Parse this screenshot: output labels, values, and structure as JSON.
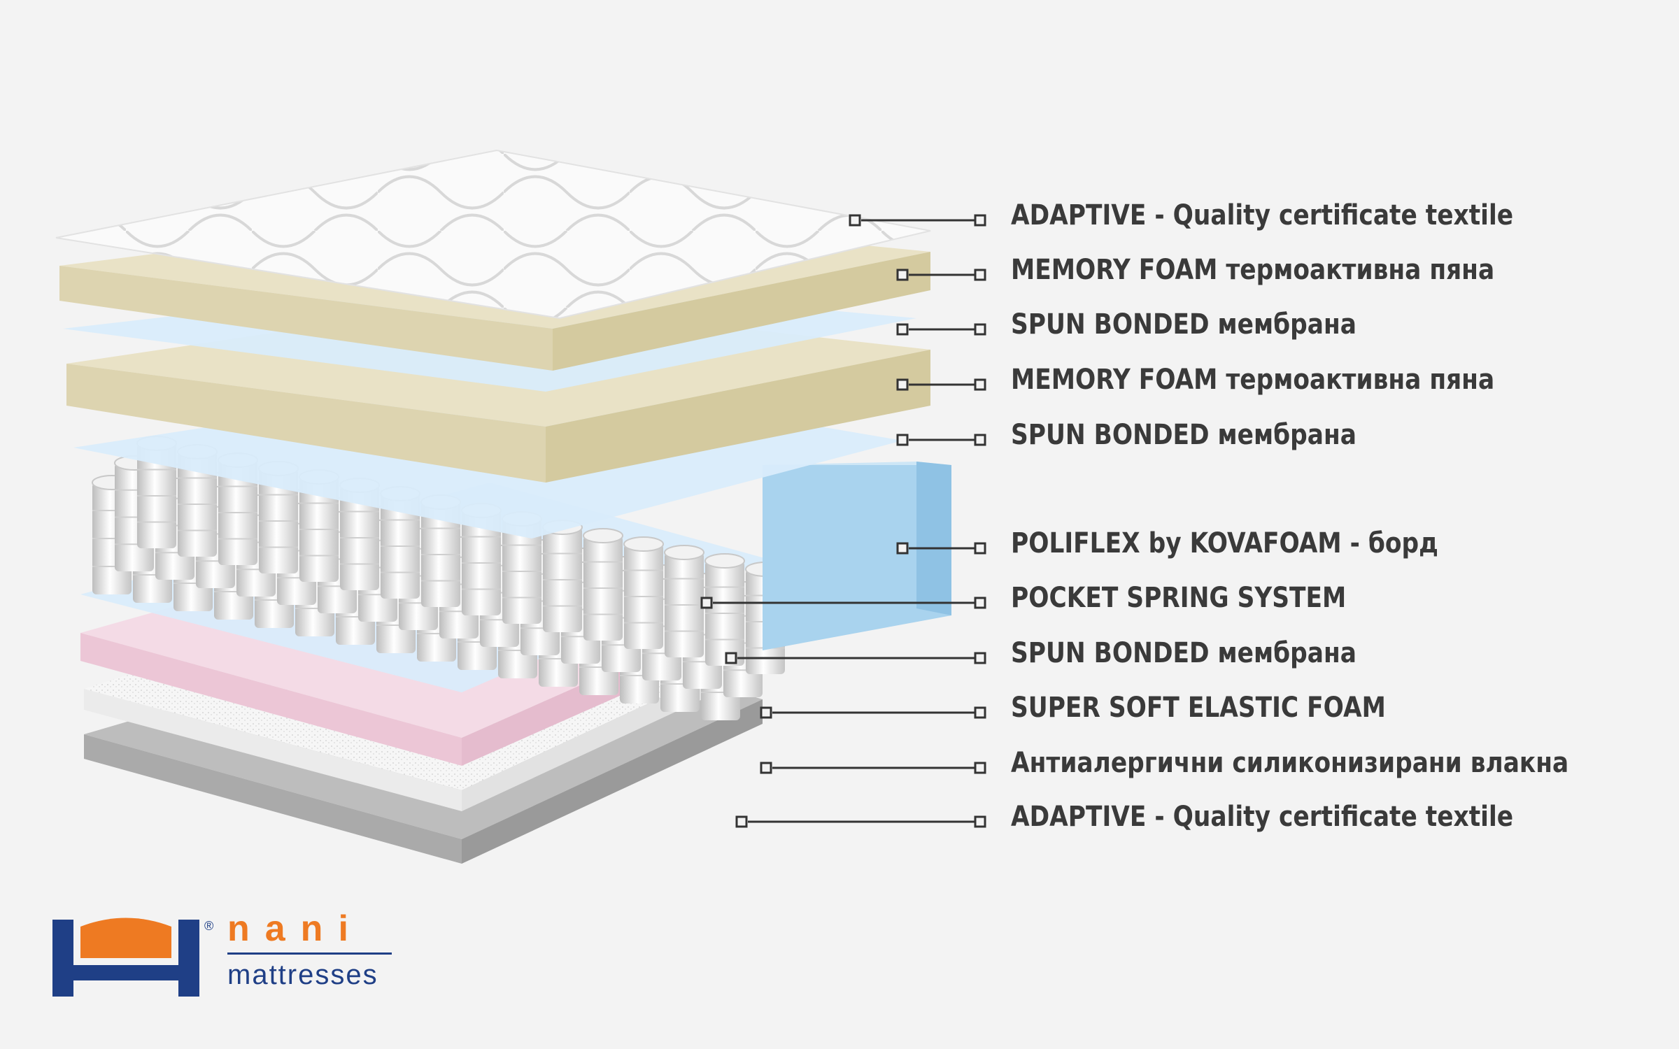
{
  "layers": [
    {
      "label": "ADAPTIVE - Quality certificate textile"
    },
    {
      "label": "MEMORY FOAM термоактивна пяна"
    },
    {
      "label": "SPUN BONDED мембрана"
    },
    {
      "label": "MEMORY FOAM термоактивна пяна"
    },
    {
      "label": "SPUN BONDED мембрана"
    },
    {
      "label": "POLIFLEX by KOVAFOAM - борд"
    },
    {
      "label": "POCKET SPRING SYSTEM"
    },
    {
      "label": "SPUN BONDED мембрана"
    },
    {
      "label": "SUPER SOFT ELASTIC FOAM"
    },
    {
      "label": "Антиалергични силиконизирани влакна"
    },
    {
      "label": "ADAPTIVE - Quality certificate textile"
    }
  ],
  "brand": {
    "name": "nani",
    "sub": "mattresses",
    "registered": "®",
    "colors": {
      "orange": "#ee7a22",
      "navy": "#1f3f86"
    }
  },
  "colors": {
    "textile": "#ffffff",
    "memory_foam": "#e9e2c6",
    "membrane": "#d9ecfb",
    "poliflex": "#a9d3ee",
    "springs": "#e8e8e8",
    "soft_foam": "#f4dbe6",
    "fibers": "#f7f7f7",
    "bottom": "#bdbdbd"
  }
}
